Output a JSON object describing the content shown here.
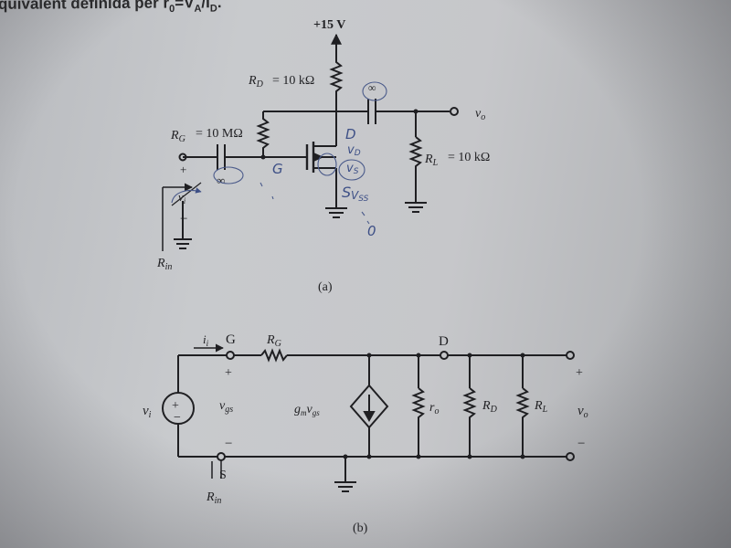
{
  "header": {
    "text_prefix": "quivalent definida per r",
    "sub0": "0",
    "eq": "=V",
    "subA": "A",
    "slash": "/I",
    "subD": "D",
    "end": "."
  },
  "circuit_a": {
    "supply": "+15 V",
    "rd_label": "R",
    "rd_sub": "D",
    "rd_value": "= 10 kΩ",
    "rg_label": "R",
    "rg_sub": "G",
    "rg_value": "= 10 MΩ",
    "rl_label": "R",
    "rl_sub": "L",
    "rl_value": "= 10 kΩ",
    "vo": "v",
    "vo_sub": "o",
    "vi": "v",
    "vi_sub": "i",
    "plus": "+",
    "minus": "−",
    "cap_inf_in": "∞",
    "cap_inf_out": "∞",
    "rin": "R",
    "rin_sub": "in",
    "caption": "(a)",
    "hand_D": "D",
    "hand_vD": "v",
    "hand_vD_sub": "D",
    "hand_vS": "v",
    "hand_vS_sub": "S",
    "hand_S": "S",
    "hand_VSS": "V",
    "hand_VSS_sub": "SS",
    "hand_G": "G",
    "hand_zero": "0"
  },
  "circuit_b": {
    "ii": "i",
    "ii_sub": "i",
    "G": "G",
    "rg": "R",
    "rg_sub": "G",
    "D": "D",
    "plus_in": "+",
    "vgs": "v",
    "vgs_sub": "gs",
    "minus_in": "−",
    "S": "S",
    "vi": "v",
    "vi_sub": "i",
    "gm": "g",
    "gm_sub": "m",
    "gm_v": "v",
    "gm_v_sub": "gs",
    "ro": "r",
    "ro_sub": "o",
    "rd": "R",
    "rd_sub": "D",
    "rl": "R",
    "rl_sub": "L",
    "vo": "v",
    "vo_sub": "o",
    "plus_out": "+",
    "minus_out": "−",
    "rin": "R",
    "rin_sub": "in",
    "caption": "(b)",
    "src_plus": "+",
    "src_minus": "−"
  },
  "colors": {
    "ink": "#1f1f22",
    "pencil": "#3d4f86",
    "paper": "#c6c7ca"
  }
}
